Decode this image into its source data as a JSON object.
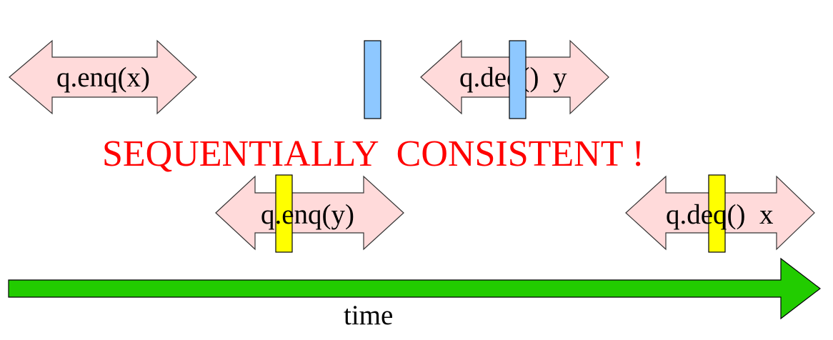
{
  "operations": [
    {
      "id": "enq-x",
      "label": "q.enq(x)"
    },
    {
      "id": "deq-y",
      "label": "q.deq()  y"
    },
    {
      "id": "enq-y",
      "label": "q.enq(y)"
    },
    {
      "id": "deq-x",
      "label": "q.deq()  x"
    }
  ],
  "headline": {
    "text": "SEQUENTIALLY  CONSISTENT !",
    "color": "#ff0000"
  },
  "timeline": {
    "label": "time",
    "color": "#22cc00"
  },
  "colors": {
    "arrow_fill": "#ffdada",
    "marker_blue": "#8ec8ff",
    "marker_yellow": "#ffff00"
  }
}
